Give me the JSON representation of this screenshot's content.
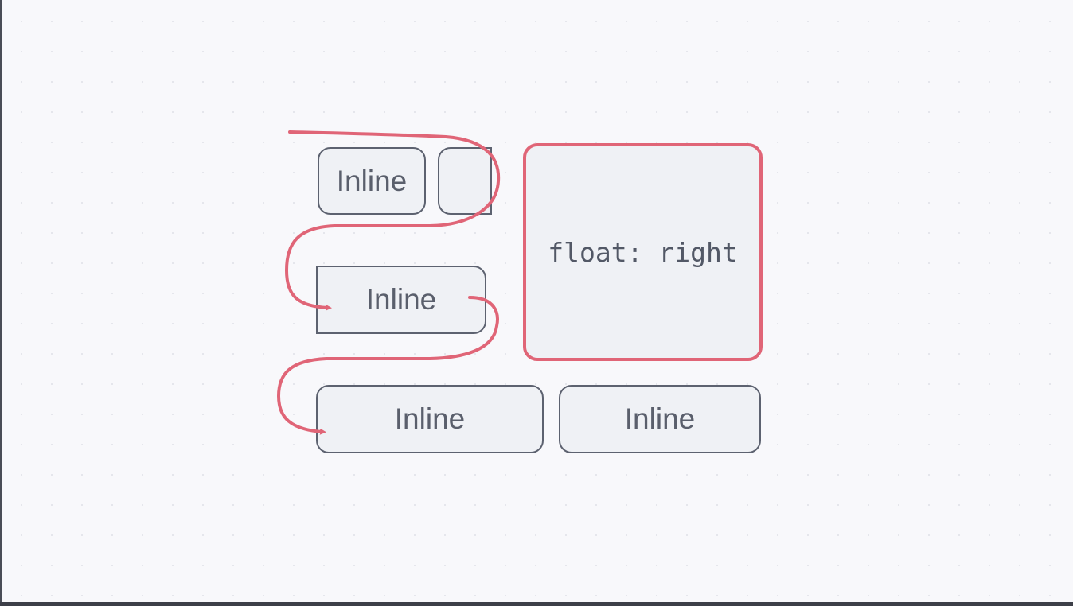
{
  "diagram": {
    "boxes": [
      {
        "label": "Inline"
      },
      {
        "label": ""
      },
      {
        "label": "Inline"
      },
      {
        "label": "Inline"
      },
      {
        "label": "Inline"
      }
    ],
    "float_box": {
      "label": "float: right"
    },
    "colors": {
      "background": "#f8f8fb",
      "box_fill": "#eff1f5",
      "box_border": "#5d6270",
      "accent": "#e06577",
      "text": "#5a5f6c"
    }
  }
}
